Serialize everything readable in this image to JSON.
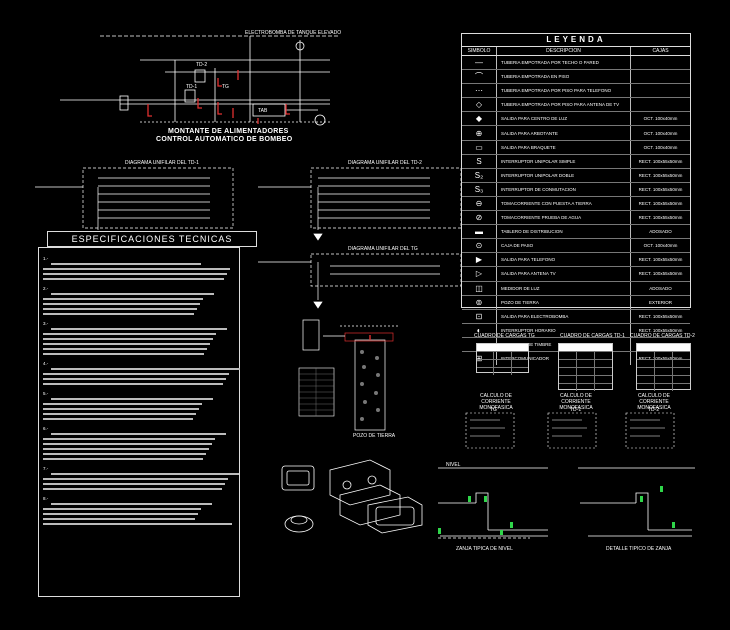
{
  "colors": {
    "background": "#000000",
    "line": "#ffffff",
    "accent_red": "#e03030",
    "accent_green": "#2fd64a",
    "accent_yellow": "#ffd000"
  },
  "riser": {
    "top_label": "ELECTROBOMBA DE TANQUE ELEVADO",
    "title_line1": "MONTANTE DE ALIMENTADORES",
    "title_line2": "CONTROL AUTOMATICO DE BOMBEO",
    "labels": {
      "td2": "TD-2",
      "td1": "TD-1",
      "tg": "TG",
      "tab": "TAB"
    }
  },
  "schematics": {
    "td1_title": "DIAGRAMA UNIFILAR DEL TD-1",
    "td2_title": "DIAGRAMA UNIFILAR DEL TD-2",
    "tg_title": "DIAGRAMA UNIFILAR DEL TG"
  },
  "legend": {
    "title": "LEYENDA",
    "headers": {
      "symbol": "SIMBOLO",
      "description": "DESCRIPCION",
      "code": "CAJAS"
    },
    "rows": [
      {
        "icon": "—",
        "desc": "TUBERIA EMPOTRADA POR TECHO O PARED",
        "code": ""
      },
      {
        "icon": "⌒",
        "desc": "TUBERIA EMPOTRADA EN PISO",
        "code": ""
      },
      {
        "icon": "⋯",
        "desc": "TUBERIA EMPOTRADA POR PISO PARA TELEFONO",
        "code": ""
      },
      {
        "icon": "◇",
        "desc": "TUBERIA EMPOTRADA POR PISO PARA ANTENA DE TV",
        "code": ""
      },
      {
        "icon": "◆",
        "desc": "SALIDA PARA CENTRO DE LUZ",
        "code": "OCT. 100x40mm"
      },
      {
        "icon": "⊕",
        "desc": "SALIDA PARA ARBOTANTE",
        "code": "OCT. 100x40mm"
      },
      {
        "icon": "▭",
        "desc": "SALIDA PARA BRAQUETE",
        "code": "OCT. 100x40mm"
      },
      {
        "icon": "S",
        "desc": "INTERRUPTOR UNIPOLAR SIMPLE",
        "code": "RECT. 100x55x50mm"
      },
      {
        "icon": "S₂",
        "desc": "INTERRUPTOR UNIPOLAR DOBLE",
        "code": "RECT. 100x55x50mm"
      },
      {
        "icon": "S₃",
        "desc": "INTERRUPTOR DE CONMUTACION",
        "code": "RECT. 100x55x50mm"
      },
      {
        "icon": "⊖",
        "desc": "TOMACORRIENTE CON PUESTA A TIERRA",
        "code": "RECT. 100x55x50mm"
      },
      {
        "icon": "⊘",
        "desc": "TOMACORRIENTE PRUEBA DE AGUA",
        "code": "RECT. 100x55x50mm"
      },
      {
        "icon": "▬",
        "desc": "TABLERO DE DISTRIBUCION",
        "code": "ADOSADO"
      },
      {
        "icon": "⊙",
        "desc": "CAJA DE PASO",
        "code": "OCT. 100x40mm"
      },
      {
        "icon": "▶",
        "desc": "SALIDA PARA TELEFONO",
        "code": "RECT. 100x55x50mm"
      },
      {
        "icon": "▷",
        "desc": "SALIDA PARA ANTENA TV",
        "code": "RECT. 100x55x50mm"
      },
      {
        "icon": "◫",
        "desc": "MEDIDOR DE LUZ",
        "code": "ADOSADO"
      },
      {
        "icon": "⊚",
        "desc": "POZO DE TIERRA",
        "code": "EXTERIOR"
      },
      {
        "icon": "⊡",
        "desc": "SALIDA PARA ELECTROBOMBA",
        "code": "RECT. 100x55x50mm"
      },
      {
        "icon": "◐",
        "desc": "INTERRUPTOR HORARIO",
        "code": "RECT. 100x55x50mm"
      },
      {
        "icon": "•",
        "desc": "PULSADOR DE TIMBRE",
        "code": "RECT. 100x55x50mm"
      },
      {
        "icon": "⊞",
        "desc": "INTERCOMUNICADOR",
        "code": "RECT. 100x55x50mm"
      }
    ]
  },
  "specs": {
    "title": "ESPECIFICACIONES   TECNICAS",
    "section_marks": [
      "1.-",
      "2.-",
      "3.-",
      "4.-",
      "5.-",
      "6.-",
      "7.-",
      "8.-"
    ]
  },
  "tables": {
    "tg_title": "CUADRO DE CARGAS TG",
    "td1_title": "CUADRO DE CARGAS TD-1",
    "td2_title": "CUADRO DE CARGAS TD-2"
  },
  "calcs": {
    "tg_title": "CALCULO DE CORRIENTE MONOFASICA",
    "tg_sub": "TG",
    "td1_title": "CALCULO DE CORRIENTE MONOFASICA",
    "td1_sub": "TD-1",
    "td2_title": "CALCULO DE CORRIENTE MONOFASICA",
    "td2_sub": "TD-2"
  },
  "ground": {
    "pit_label": "POZO DE TIERRA",
    "footer_left": "ZANJA TIPICA DE NIVEL",
    "footer_right": "DETALLE TIPICO DE ZANJA",
    "nivel": "NIVEL"
  }
}
